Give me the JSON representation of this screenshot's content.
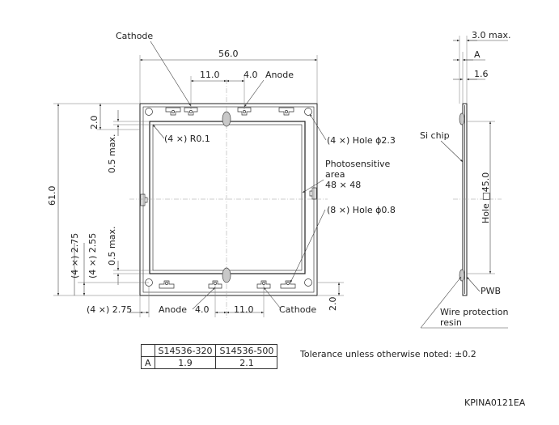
{
  "labels": {
    "cathode_top": "Cathode",
    "width_56": "56.0",
    "dim_11_top": "11.0",
    "dim_4_top": "4.0",
    "anode_top": "Anode",
    "dim_2_left": "2.0",
    "r01": "(4 ×) R0.1",
    "dim_05_a": "0.5 max.",
    "height_61": "61.0",
    "dim_4x255": "(4 ×) 2.55",
    "dim_4x275_v": "(4 ×) 2.75",
    "dim_05_b": "0.5 max.",
    "hole23": "(4 ×) Hole ϕ2.3",
    "photo1": "Photosensitive",
    "photo2": "area",
    "photo3": "48 × 48",
    "hole08": "(8 ×) Hole ϕ0.8",
    "dim_4x275_h": "(4 ×) 2.75",
    "anode_bottom": "Anode",
    "dim_4_bottom": "4.0",
    "dim_11_bottom": "11.0",
    "cathode_bottom": "Cathode",
    "dim_2_right": "2.0",
    "dim_3max": "3.0 max.",
    "dim_A": "A",
    "dim_16": "1.6",
    "si_chip": "Si chip",
    "hole_45": "Hole □45.0",
    "pwb": "PWB",
    "wire1": "Wire protection",
    "wire2": "resin"
  },
  "table": {
    "header": [
      "",
      "S14536-320",
      "S14536-500"
    ],
    "row": [
      "A",
      "1.9",
      "2.1"
    ]
  },
  "tolerance": "Tolerance unless otherwise noted: ±0.2",
  "drawing_code": "KPINA0121EA"
}
